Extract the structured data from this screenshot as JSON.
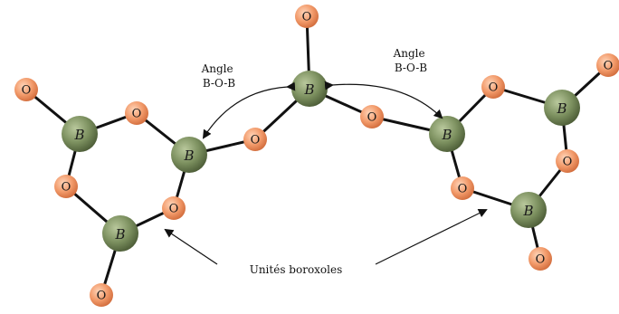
{
  "atoms": {
    "boron_symbol": "B",
    "oxygen_symbol": "O"
  },
  "colors": {
    "boron_fill": "#7d9160",
    "boron_dark": "#4a5a35",
    "oxygen_fill": "#f29a6a",
    "oxygen_dark": "#d06a3a",
    "bond": "#111111"
  },
  "annotations": {
    "angle_left": [
      "Angle",
      "B-O-B"
    ],
    "angle_right": [
      "Angle",
      "B-O-B"
    ],
    "boroxol_units": "Unités boroxoles"
  }
}
